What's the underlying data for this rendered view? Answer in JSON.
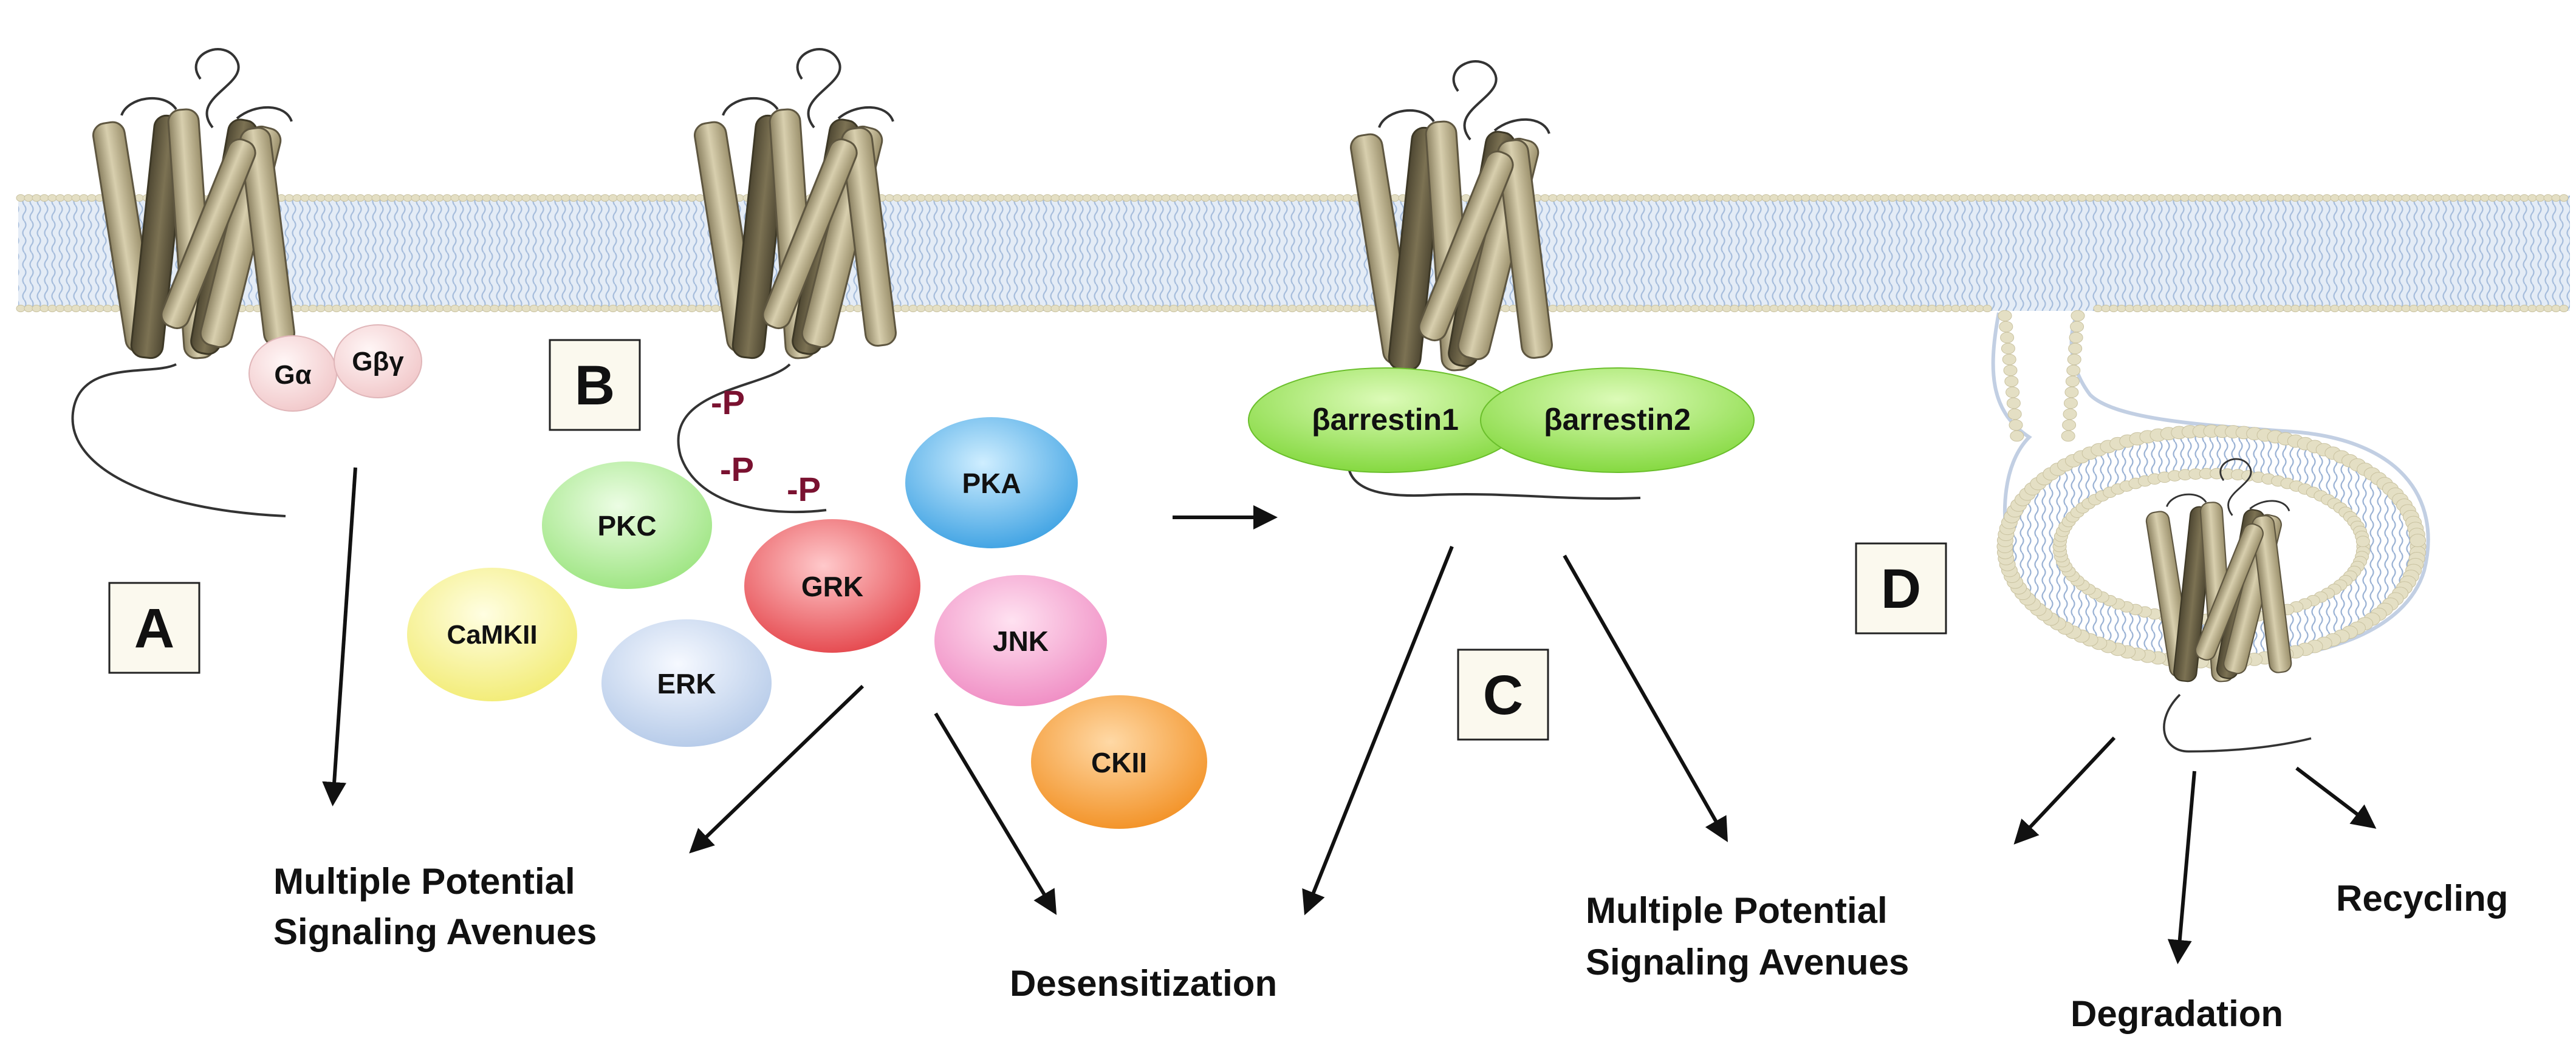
{
  "panels": {
    "a": {
      "label": "A"
    },
    "b": {
      "label": "B"
    },
    "c": {
      "label": "C"
    },
    "d": {
      "label": "D"
    }
  },
  "g_protein": {
    "alpha": "Gα",
    "betagamma": "Gβγ"
  },
  "phospho": {
    "p1": "-P",
    "p2": "-P",
    "p3": "-P"
  },
  "kinases": {
    "pkc": "PKC",
    "pka": "PKA",
    "grk": "GRK",
    "camkii": "CaMKII",
    "erk": "ERK",
    "jnk": "JNK",
    "ckii": "CKII"
  },
  "arrestins": {
    "b1": "βarrestin1",
    "b2": "βarrestin2"
  },
  "outcomes": {
    "signaling_left_l1": "Multiple Potential",
    "signaling_left_l2": "Signaling Avenues",
    "desensitization": "Desensitization",
    "signaling_right_l1": "Multiple Potential",
    "signaling_right_l2": "Signaling Avenues",
    "degradation": "Degradation",
    "recycling": "Recycling"
  },
  "colors": {
    "membrane": "#b9cce6",
    "headgroup": "#e4dfc4",
    "helix_light": "#c8bd98",
    "helix_dark": "#6e6548",
    "g_protein": "#f3cfd1",
    "pkc": "#a6eb8f",
    "pka": "#4aaee8",
    "grk": "#ec4a4f",
    "camkii": "#f5f08a",
    "erk": "#c4d5ec",
    "jnk": "#f29acb",
    "ckii": "#f59a2e",
    "arrestin": "#92e24d",
    "phospho": "#7a1130"
  }
}
